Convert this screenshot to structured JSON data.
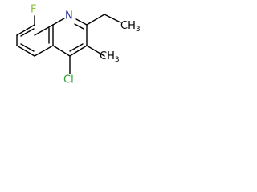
{
  "molecule": {
    "atoms": {
      "fluorine": "F",
      "nitrogen": "N",
      "chlorine": "Cl",
      "ethyl_methyl": "CH",
      "ethyl_methyl_sub": "3",
      "ring_methyl": "CH",
      "ring_methyl_sub": "3"
    },
    "colors": {
      "fluorine": "#8fbf3f",
      "chlorine": "#2f9e2f",
      "nitrogen": "#1f2f8f",
      "carbon": "#000000",
      "bond": "#000000"
    }
  }
}
